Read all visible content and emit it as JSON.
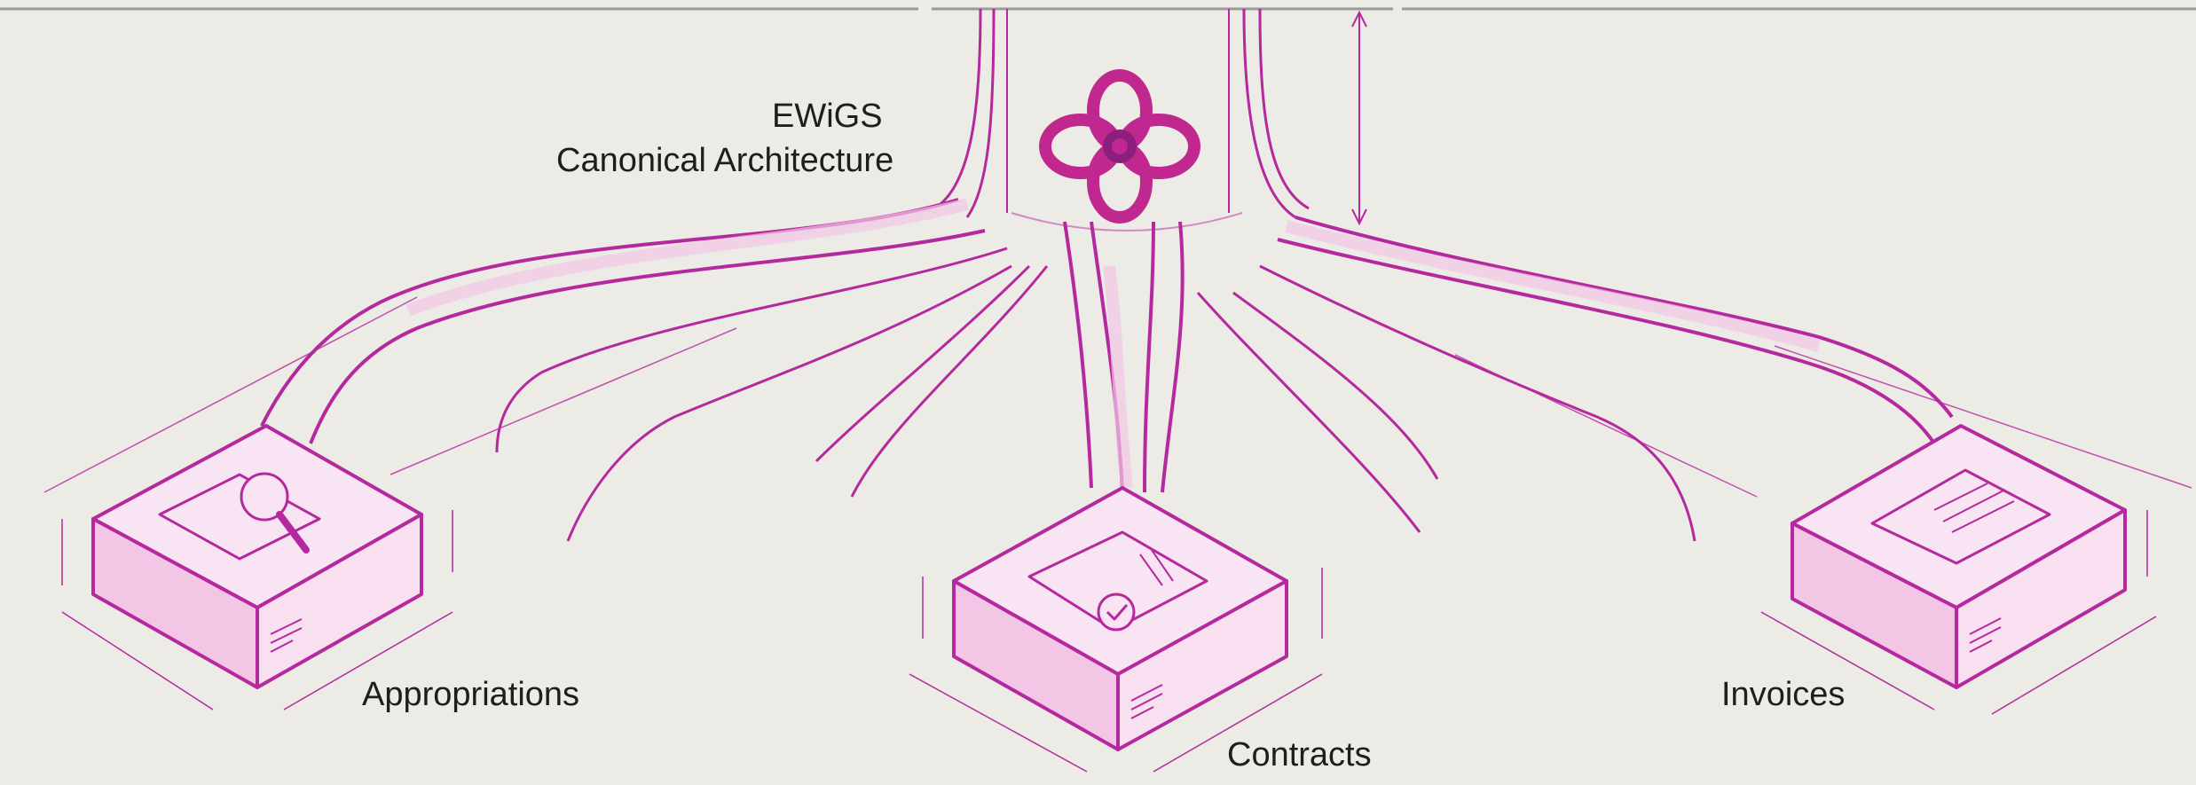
{
  "title": {
    "line1": "EWiGS",
    "line2": "Canonical Architecture"
  },
  "nodes": [
    {
      "id": "appropriations",
      "label": "Appropriations",
      "icon": "magnifier-document-icon"
    },
    {
      "id": "contracts",
      "label": "Contracts",
      "icon": "checked-document-icon"
    },
    {
      "id": "invoices",
      "label": "Invoices",
      "icon": "invoice-document-icon"
    }
  ],
  "hub": {
    "icon": "knot-logo-icon"
  },
  "colors": {
    "background": "#ecebe6",
    "stroke": "#b5299e",
    "fill": "#f3c6e6",
    "logo": "#c0288f",
    "dimension": "#6a6a6a"
  }
}
